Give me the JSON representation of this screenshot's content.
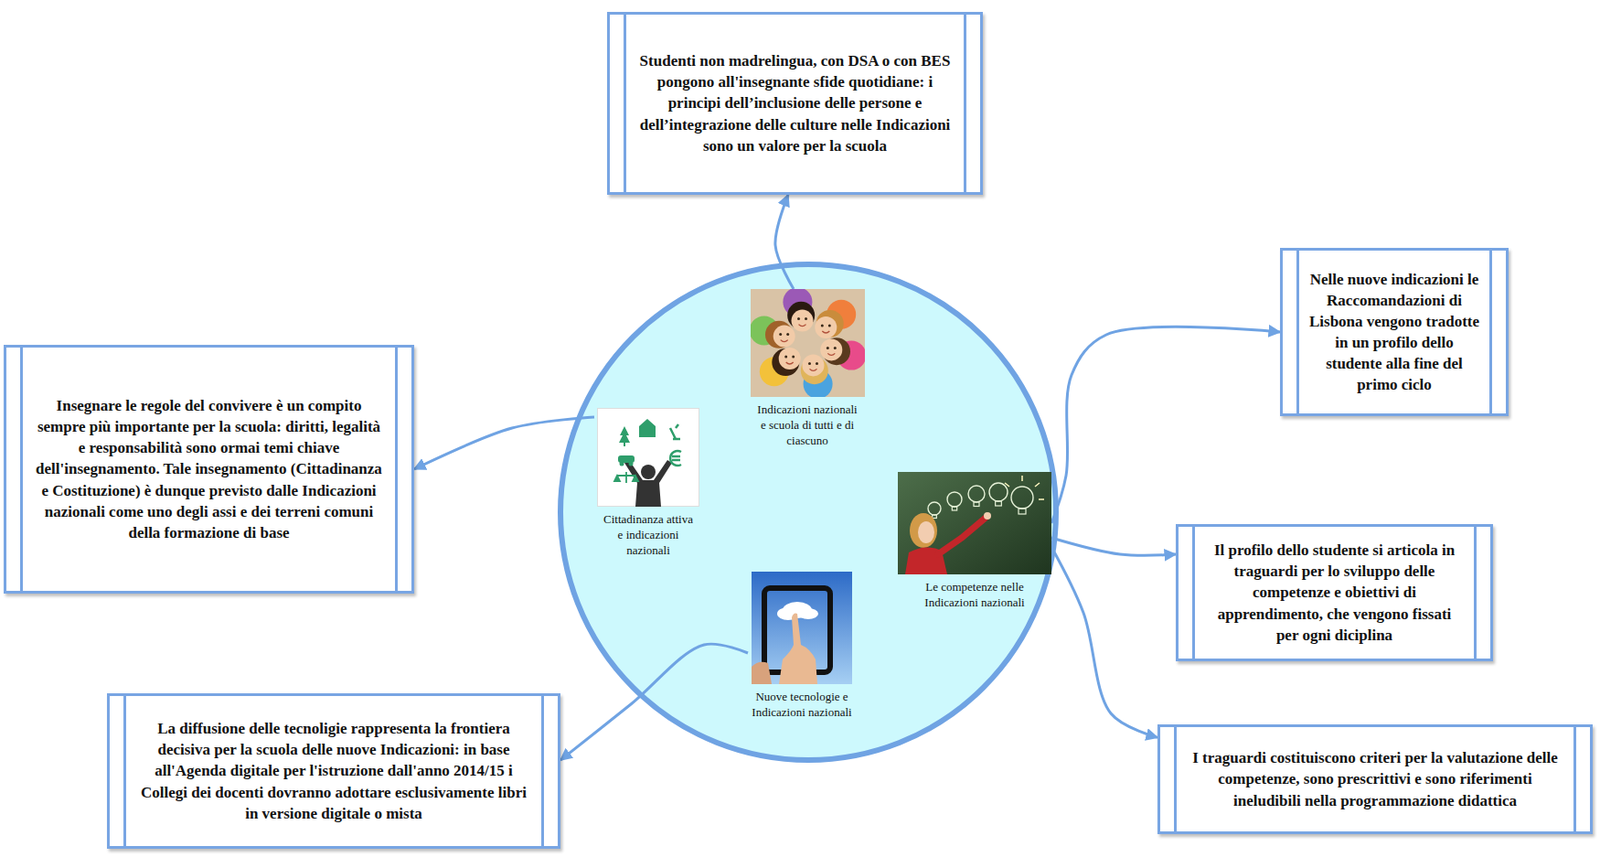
{
  "diagram": {
    "nodes": [
      {
        "text": [
          "Indicazioni nazionali e scuola di tutti e di ciascuno"
        ]
      },
      {
        "text": [
          "Studenti non madrelingua, con DSA o con BES pongono all'insegnante sfide quotidiane: i principi dell’inclusione delle persone e dell’integrazione delle culture nelle Indicazioni sono un valore per la scuola"
        ]
      },
      {
        "text": [
          "Cittadinanza attiva e indicazioni nazionali"
        ]
      },
      {
        "text": [
          "Insegnare le regole del convivere è un compito sempre più importante per la scuola: diritti, legalità e responsabilità sono ormai temi chiave dell'insegnamento. Tale insegnamento (Cittadinanza e Costituzione) è dunque previsto dalle Indicazioni nazionali come uno degli assi e dei terreni comuni della formazione di base"
        ]
      },
      {
        "text": [
          "Le competenze nelle Indicazioni nazionali"
        ]
      },
      {
        "text": [
          "Nelle nuove indicazioni le Raccomandazioni di Lisbona vengono tradotte in un profilo dello studente alla fine del primo ciclo"
        ]
      },
      {
        "text": [
          "Il profilo dello studente si articola in traguardi per lo sviluppo delle competenze e obiettivi di apprendimento, che vengono fissati per ogni diciplina"
        ]
      },
      {
        "text": [
          "I traguardi costituiscono criteri per la valutazione delle competenze, sono prescrittivi e sono riferimenti ineludibili nella programmazione didattica"
        ]
      },
      {
        "text": [
          "Nuove tecnologie e Indicazioni nazionali"
        ]
      },
      {
        "text": [
          "La diffusione delle tecnoligie rappresenta la frontiera decisiva per la scuola delle nuove Indicazioni: in base all'Agenda digitale per l'istruzione dall'anno 2014/15 i Collegi dei docenti dovranno adottare esclusivamente libri in versione digitale o mista"
        ]
      }
    ],
    "edges": [
      {
        "from": 0,
        "to": 1,
        "arrow": "to"
      },
      {
        "from": 2,
        "to": 3,
        "arrow": "to"
      },
      {
        "from": 4,
        "to": 5,
        "arrow": "to"
      },
      {
        "from": 4,
        "to": 6,
        "arrow": "to"
      },
      {
        "from": 4,
        "to": 7,
        "arrow": "to"
      },
      {
        "from": 8,
        "to": 9,
        "arrow": "to"
      }
    ]
  }
}
